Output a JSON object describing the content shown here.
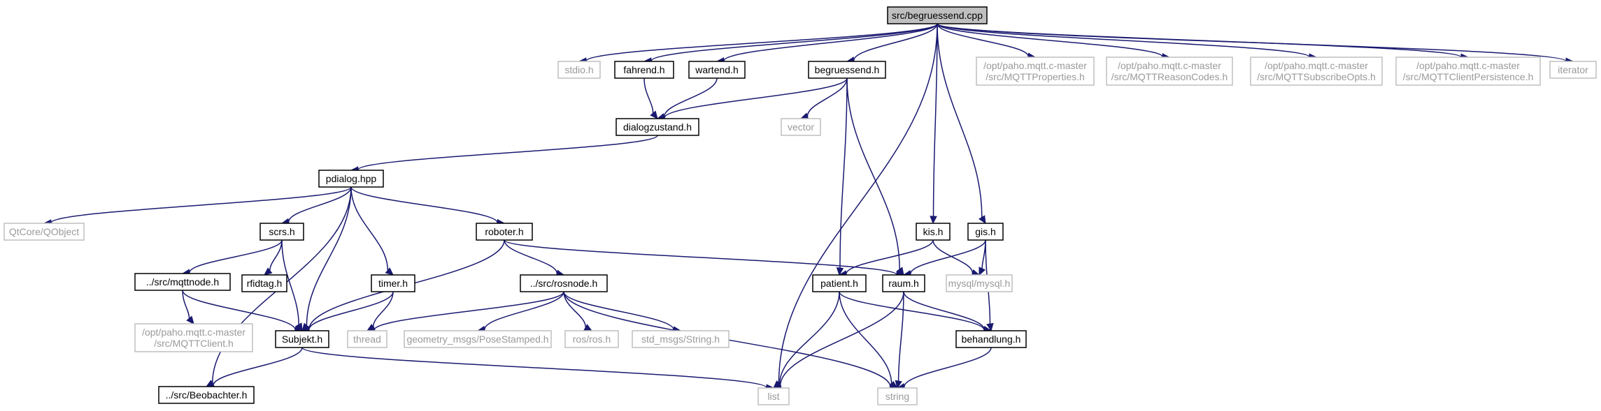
{
  "colors": {
    "edge": "#191970",
    "root_fill": "#bfbfbf",
    "ext_border": "#bfbfbf",
    "ext_text": "#9a9a9a"
  },
  "nodes": {
    "begruessend_cpp": {
      "lines": [
        "src/begruessend.cpp"
      ],
      "kind": "root"
    },
    "stdio_h": {
      "lines": [
        "stdio.h"
      ],
      "kind": "ext"
    },
    "fahrend_h": {
      "lines": [
        "fahrend.h"
      ],
      "kind": "proj"
    },
    "wartend_h": {
      "lines": [
        "wartend.h"
      ],
      "kind": "proj"
    },
    "begruessend_h": {
      "lines": [
        "begruessend.h"
      ],
      "kind": "proj"
    },
    "mqtt_properties": {
      "lines": [
        "/opt/paho.mqtt.c-master",
        "/src/MQTTProperties.h"
      ],
      "kind": "ext"
    },
    "mqtt_reasoncodes": {
      "lines": [
        "/opt/paho.mqtt.c-master",
        "/src/MQTTReasonCodes.h"
      ],
      "kind": "ext"
    },
    "mqtt_subscribeopts": {
      "lines": [
        "/opt/paho.mqtt.c-master",
        "/src/MQTTSubscribeOpts.h"
      ],
      "kind": "ext"
    },
    "mqtt_clientpersistence": {
      "lines": [
        "/opt/paho.mqtt.c-master",
        "/src/MQTTClientPersistence.h"
      ],
      "kind": "ext"
    },
    "iterator": {
      "lines": [
        "iterator"
      ],
      "kind": "ext"
    },
    "dialogzustand_h": {
      "lines": [
        "dialogzustand.h"
      ],
      "kind": "proj"
    },
    "vector": {
      "lines": [
        "vector"
      ],
      "kind": "ext"
    },
    "pdialog_hpp": {
      "lines": [
        "pdialog.hpp"
      ],
      "kind": "proj"
    },
    "qobject": {
      "lines": [
        "QtCore/QObject"
      ],
      "kind": "ext"
    },
    "scrs_h": {
      "lines": [
        "scrs.h"
      ],
      "kind": "proj"
    },
    "roboter_h": {
      "lines": [
        "roboter.h"
      ],
      "kind": "proj"
    },
    "kis_h": {
      "lines": [
        "kis.h"
      ],
      "kind": "proj"
    },
    "gis_h": {
      "lines": [
        "gis.h"
      ],
      "kind": "proj"
    },
    "mqttnode_h": {
      "lines": [
        "../src/mqttnode.h"
      ],
      "kind": "proj"
    },
    "rfidtag_h": {
      "lines": [
        "rfidtag.h"
      ],
      "kind": "proj"
    },
    "timer_h": {
      "lines": [
        "timer.h"
      ],
      "kind": "proj"
    },
    "rosnode_h": {
      "lines": [
        "../src/rosnode.h"
      ],
      "kind": "proj"
    },
    "patient_h": {
      "lines": [
        "patient.h"
      ],
      "kind": "proj"
    },
    "raum_h": {
      "lines": [
        "raum.h"
      ],
      "kind": "proj"
    },
    "mysql_h": {
      "lines": [
        "mysql/mysql.h"
      ],
      "kind": "ext"
    },
    "mqttclient_h": {
      "lines": [
        "/opt/paho.mqtt.c-master",
        "/src/MQTTClient.h"
      ],
      "kind": "ext"
    },
    "subjekt_h": {
      "lines": [
        "Subjekt.h"
      ],
      "kind": "proj"
    },
    "thread": {
      "lines": [
        "thread"
      ],
      "kind": "ext"
    },
    "posestamped": {
      "lines": [
        "geometry_msgs/PoseStamped.h"
      ],
      "kind": "ext"
    },
    "ros_h": {
      "lines": [
        "ros/ros.h"
      ],
      "kind": "ext"
    },
    "std_msgs_string": {
      "lines": [
        "std_msgs/String.h"
      ],
      "kind": "ext"
    },
    "behandlung_h": {
      "lines": [
        "behandlung.h"
      ],
      "kind": "proj"
    },
    "beobachter_h": {
      "lines": [
        "../src/Beobachter.h"
      ],
      "kind": "proj"
    },
    "list": {
      "lines": [
        "list"
      ],
      "kind": "ext"
    },
    "string": {
      "lines": [
        "string"
      ],
      "kind": "ext"
    }
  },
  "edges": [
    [
      "begruessend_cpp",
      "stdio_h"
    ],
    [
      "begruessend_cpp",
      "fahrend_h"
    ],
    [
      "begruessend_cpp",
      "wartend_h"
    ],
    [
      "begruessend_cpp",
      "begruessend_h"
    ],
    [
      "begruessend_cpp",
      "list"
    ],
    [
      "begruessend_cpp",
      "kis_h"
    ],
    [
      "begruessend_cpp",
      "gis_h"
    ],
    [
      "begruessend_cpp",
      "mqtt_properties"
    ],
    [
      "begruessend_cpp",
      "mqtt_reasoncodes"
    ],
    [
      "begruessend_cpp",
      "mqtt_subscribeopts"
    ],
    [
      "begruessend_cpp",
      "mqtt_clientpersistence"
    ],
    [
      "begruessend_cpp",
      "iterator"
    ],
    [
      "fahrend_h",
      "dialogzustand_h"
    ],
    [
      "wartend_h",
      "dialogzustand_h"
    ],
    [
      "begruessend_h",
      "dialogzustand_h"
    ],
    [
      "begruessend_h",
      "vector"
    ],
    [
      "begruessend_h",
      "patient_h"
    ],
    [
      "begruessend_h",
      "raum_h"
    ],
    [
      "dialogzustand_h",
      "pdialog_hpp"
    ],
    [
      "pdialog_hpp",
      "qobject"
    ],
    [
      "pdialog_hpp",
      "scrs_h"
    ],
    [
      "pdialog_hpp",
      "subjekt_h"
    ],
    [
      "pdialog_hpp",
      "timer_h"
    ],
    [
      "pdialog_hpp",
      "roboter_h"
    ],
    [
      "pdialog_hpp",
      "beobachter_h"
    ],
    [
      "scrs_h",
      "mqttnode_h"
    ],
    [
      "scrs_h",
      "rfidtag_h"
    ],
    [
      "scrs_h",
      "subjekt_h"
    ],
    [
      "mqttnode_h",
      "mqttclient_h"
    ],
    [
      "mqttnode_h",
      "subjekt_h"
    ],
    [
      "timer_h",
      "subjekt_h"
    ],
    [
      "timer_h",
      "thread"
    ],
    [
      "roboter_h",
      "rosnode_h"
    ],
    [
      "roboter_h",
      "subjekt_h"
    ],
    [
      "roboter_h",
      "raum_h"
    ],
    [
      "rosnode_h",
      "thread"
    ],
    [
      "rosnode_h",
      "posestamped"
    ],
    [
      "rosnode_h",
      "ros_h"
    ],
    [
      "rosnode_h",
      "std_msgs_string"
    ],
    [
      "rosnode_h",
      "string"
    ],
    [
      "subjekt_h",
      "beobachter_h"
    ],
    [
      "subjekt_h",
      "list"
    ],
    [
      "kis_h",
      "patient_h"
    ],
    [
      "kis_h",
      "mysql_h"
    ],
    [
      "gis_h",
      "raum_h"
    ],
    [
      "gis_h",
      "mysql_h"
    ],
    [
      "gis_h",
      "behandlung_h"
    ],
    [
      "patient_h",
      "list"
    ],
    [
      "patient_h",
      "string"
    ],
    [
      "patient_h",
      "behandlung_h"
    ],
    [
      "raum_h",
      "list"
    ],
    [
      "raum_h",
      "string"
    ],
    [
      "raum_h",
      "behandlung_h"
    ],
    [
      "behandlung_h",
      "string"
    ]
  ]
}
